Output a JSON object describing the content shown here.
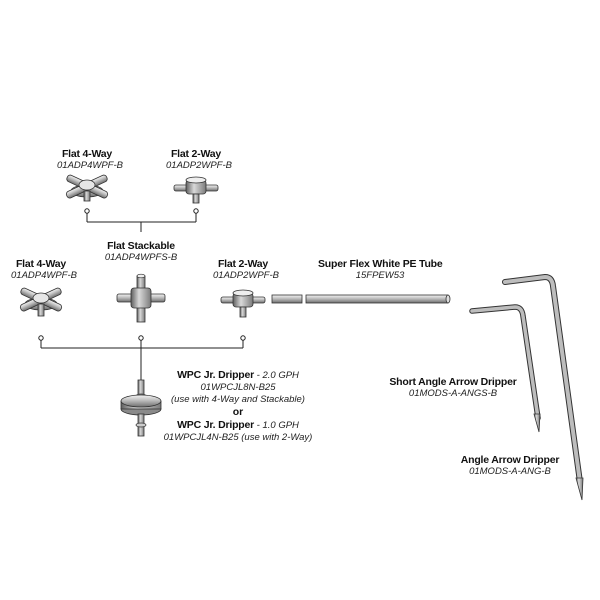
{
  "parts": {
    "flat4way_top": {
      "title": "Flat 4-Way",
      "code": "01ADP4WPF-B"
    },
    "flat2way_top": {
      "title": "Flat 2-Way",
      "code": "01ADP2WPF-B"
    },
    "stackable": {
      "title": "Flat Stackable",
      "code": "01ADP4WPFS-B"
    },
    "flat4way_left": {
      "title": "Flat 4-Way",
      "code": "01ADP4WPF-B"
    },
    "flat2way_mid": {
      "title": "Flat 2-Way",
      "code": "01ADP2WPF-B"
    },
    "tube": {
      "title": "Super Flex White PE Tube",
      "code": "15FPEW53"
    },
    "short_angle": {
      "title": "Short Angle Arrow Dripper",
      "code": "01MODS-A-ANGS-B"
    },
    "angle": {
      "title": "Angle Arrow Dripper",
      "code": "01MODS-A-ANG-B"
    }
  },
  "dripper": {
    "line1_title": "WPC Jr. Dripper",
    "line1_rate": " - 2.0 GPH",
    "line1_code": "01WPCJL8N-B25",
    "line1_note": "(use with 4-Way and Stackable)",
    "or": "or",
    "line2_title": "WPC Jr. Dripper",
    "line2_rate": " - 1.0 GPH",
    "line2_code": "01WPCJL4N-B25 (use with 2-Way)"
  }
}
